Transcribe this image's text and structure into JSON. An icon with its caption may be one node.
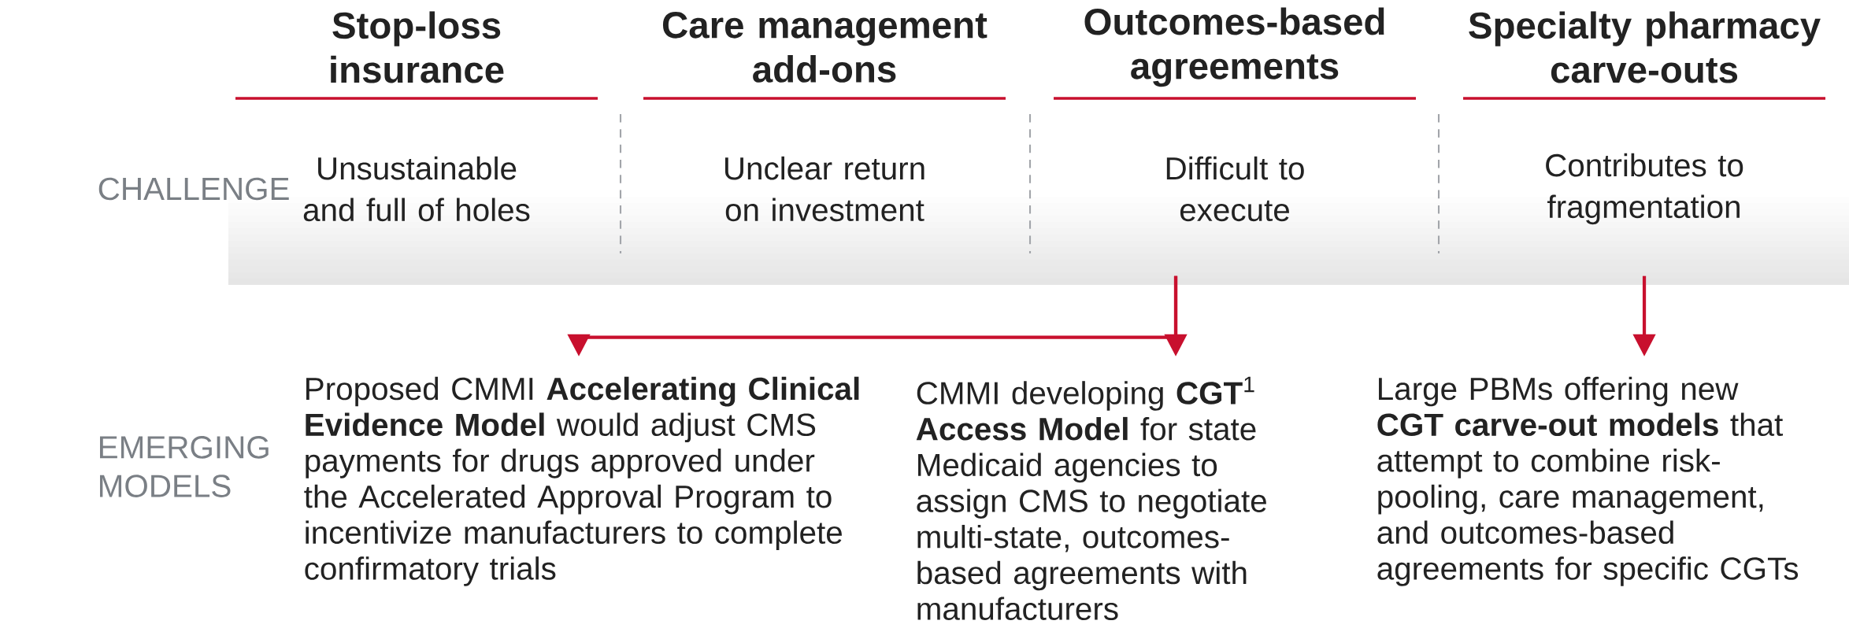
{
  "diagram": {
    "nodes": [
      {
        "text": [
          "Stop-loss insurance",
          "Unsustainable and full of holes"
        ]
      },
      {
        "text": [
          "Care management add-ons",
          "Unclear return on investment"
        ]
      },
      {
        "text": [
          "Outcomes-based agreements",
          "Difficult to execute"
        ]
      },
      {
        "text": [
          "Specialty pharmacy carve-outs",
          "Contributes to fragmentation"
        ]
      },
      {
        "text": [
          "Proposed CMMI **Accelerating Clinical Evidence Model** would adjust CMS payments for drugs approved under the Accelerated Approval Program to incentivize manufacturers to complete confirmatory trials"
        ]
      },
      {
        "text": [
          "CMMI developing **CGT**$^{1}$ **Access Model** for state Medicaid agencies to assign CMS to negotiate multi-state, outcomes-based agreements with manufacturers"
        ]
      },
      {
        "text": [
          "Large PBMs offering new **CGT carve-out models** that attempt to combine risk-pooling, care management, and outcomes-based agreements for specific CGTs"
        ]
      }
    ],
    "edges": [
      {
        "from": 2,
        "to": 4,
        "arrow": "to"
      },
      {
        "from": 2,
        "to": 5,
        "arrow": "to"
      },
      {
        "from": 3,
        "to": 6,
        "arrow": "to"
      }
    ],
    "labels": [
      "CHALLENGE",
      "EMERGING MODELS"
    ]
  }
}
